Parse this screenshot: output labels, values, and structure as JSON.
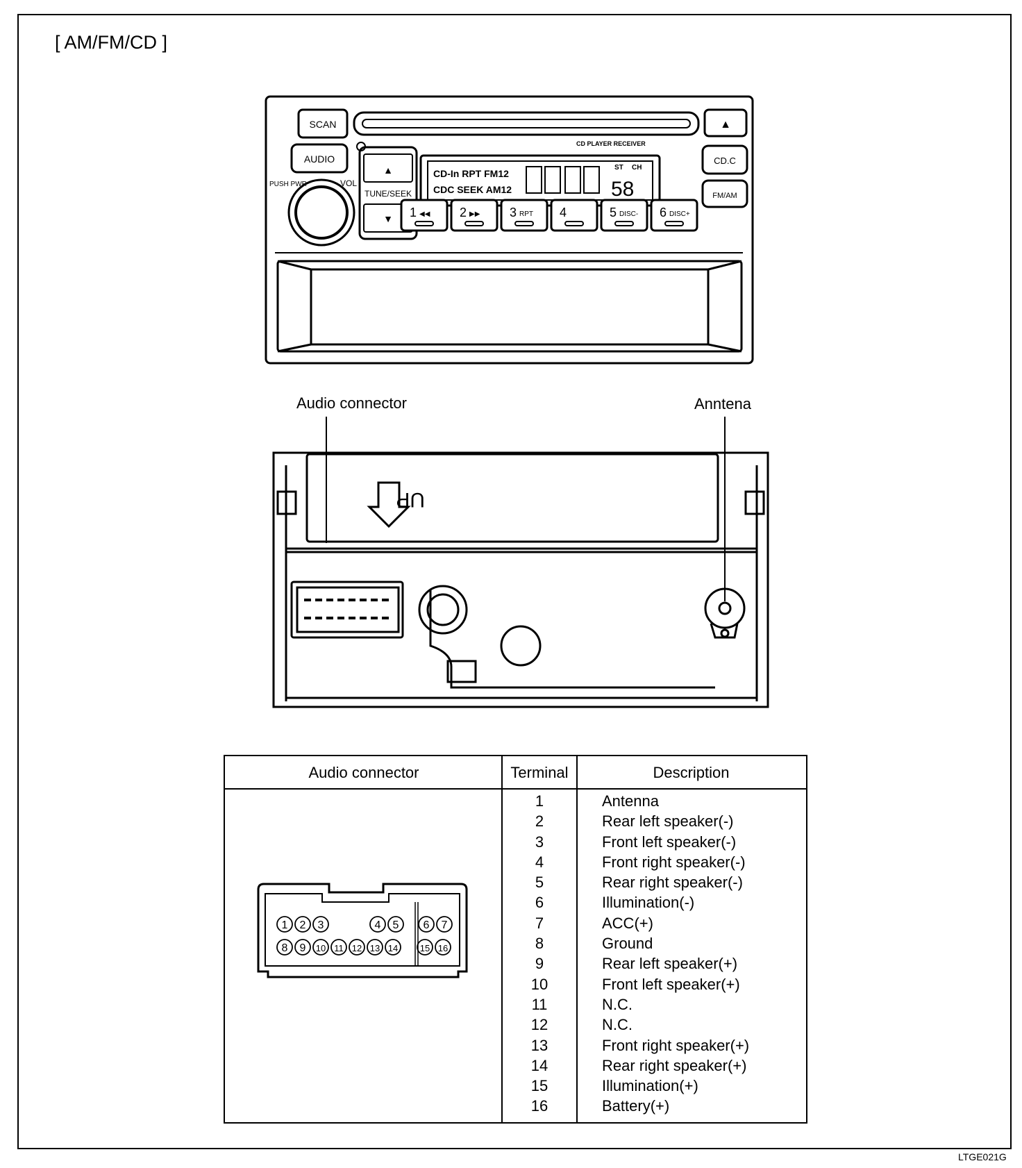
{
  "title": "[ AM/FM/CD ]",
  "figure_code": "LTGE021G",
  "front_panel": {
    "buttons": {
      "scan": "SCAN",
      "audio": "AUDIO",
      "tune_seek": "TUNE/SEEK",
      "cd_c": "CD.C",
      "fm_am": "FM/AM",
      "eject": "▲"
    },
    "knob_labels": {
      "push_pwr": "PUSH PWR",
      "vol": "VOL"
    },
    "badge": "CD PLAYER RECEIVER",
    "display": {
      "row1": "CD-In RPT FM12",
      "row2": "CDC SEEK AM12",
      "digits": "58",
      "st": "ST",
      "ch": "CH"
    },
    "presets": [
      {
        "num": "1",
        "sub": "◀◀"
      },
      {
        "num": "2",
        "sub": "▶▶"
      },
      {
        "num": "3",
        "sub": "RPT"
      },
      {
        "num": "4",
        "sub": ""
      },
      {
        "num": "5",
        "sub": "DISC-"
      },
      {
        "num": "6",
        "sub": "DISC+"
      }
    ]
  },
  "rear_view": {
    "audio_connector_label": "Audio connector",
    "antenna_label": "Anntena",
    "up_text": "UP"
  },
  "table": {
    "headers": {
      "connector": "Audio connector",
      "terminal": "Terminal",
      "description": "Description"
    },
    "connector_pins": {
      "top_row": [
        "1",
        "2",
        "3",
        "4",
        "5",
        "6",
        "7"
      ],
      "bottom_row": [
        "8",
        "9",
        "10",
        "11",
        "12",
        "13",
        "14",
        "15",
        "16"
      ]
    },
    "rows": [
      {
        "terminal": "1",
        "description": "Antenna"
      },
      {
        "terminal": "2",
        "description": "Rear left speaker(-)"
      },
      {
        "terminal": "3",
        "description": "Front left speaker(-)"
      },
      {
        "terminal": "4",
        "description": "Front right speaker(-)"
      },
      {
        "terminal": "5",
        "description": "Rear right speaker(-)"
      },
      {
        "terminal": "6",
        "description": "Illumination(-)"
      },
      {
        "terminal": "7",
        "description": "ACC(+)"
      },
      {
        "terminal": "8",
        "description": "Ground"
      },
      {
        "terminal": "9",
        "description": "Rear left speaker(+)"
      },
      {
        "terminal": "10",
        "description": "Front left speaker(+)"
      },
      {
        "terminal": "11",
        "description": "N.C."
      },
      {
        "terminal": "12",
        "description": "N.C."
      },
      {
        "terminal": "13",
        "description": "Front right speaker(+)"
      },
      {
        "terminal": "14",
        "description": "Rear right speaker(+)"
      },
      {
        "terminal": "15",
        "description": "Illumination(+)"
      },
      {
        "terminal": "16",
        "description": "Battery(+)"
      }
    ]
  }
}
